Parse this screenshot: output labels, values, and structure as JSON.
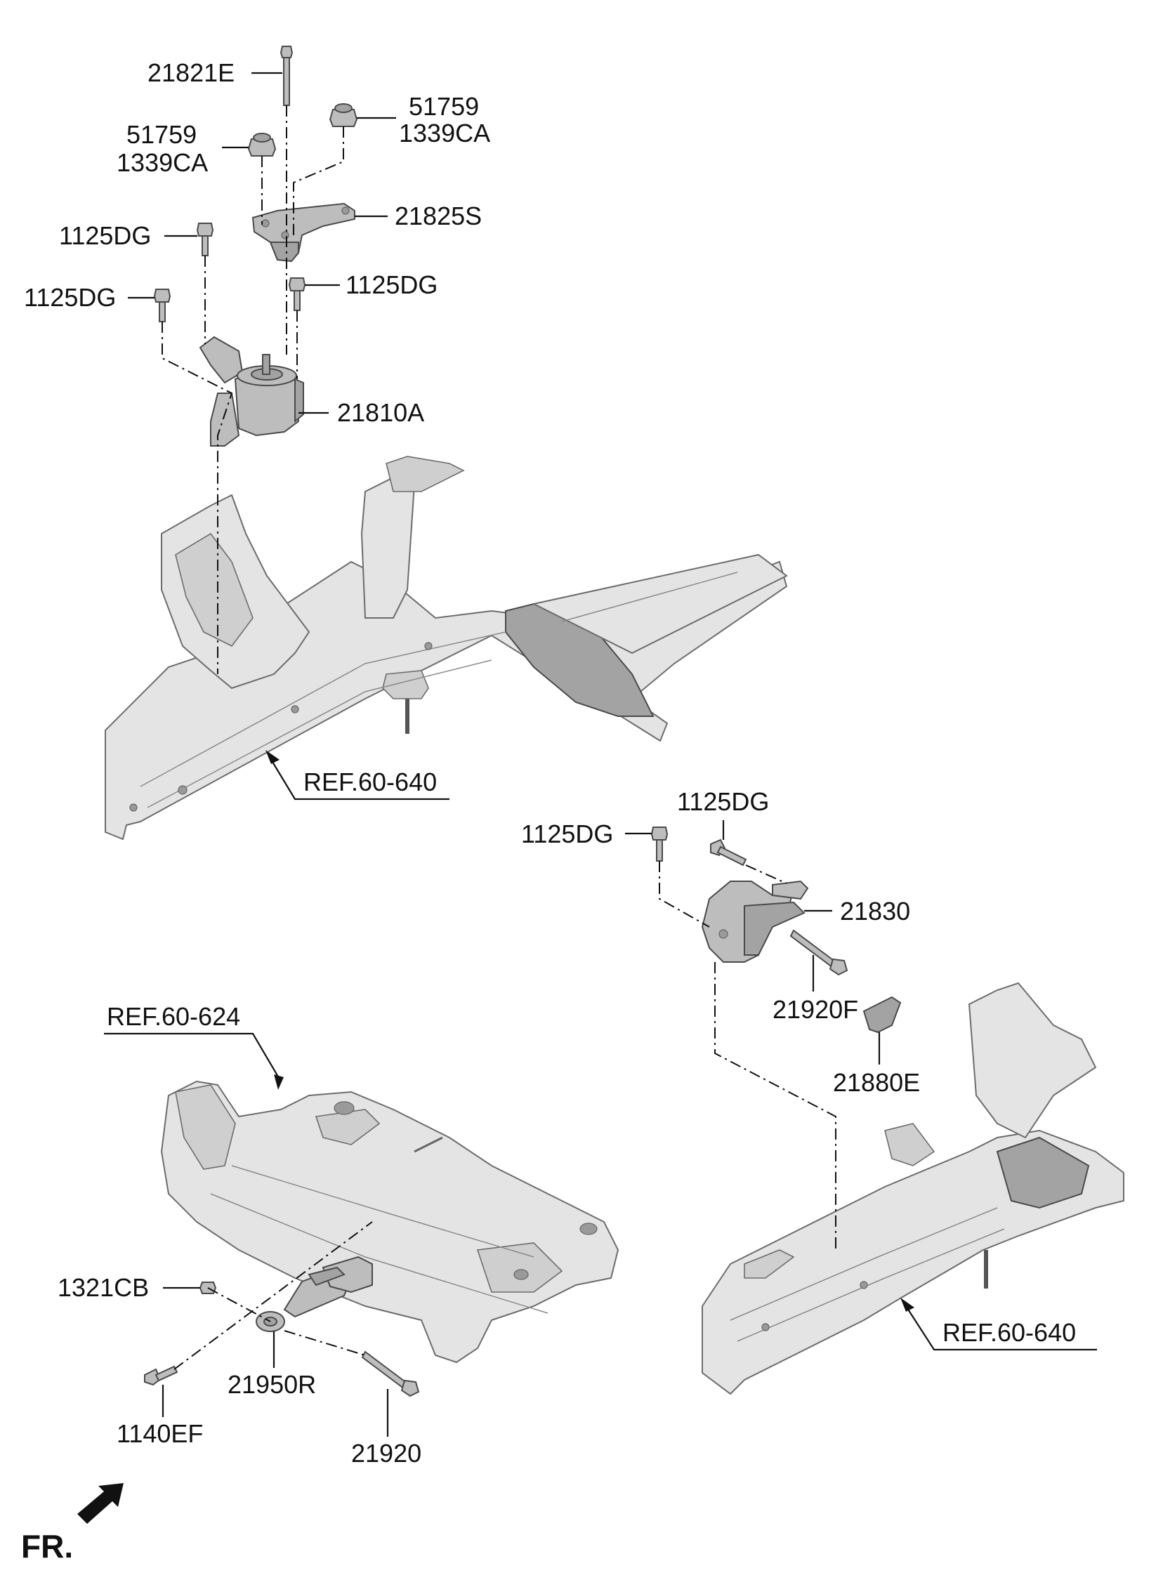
{
  "labels": {
    "p21821E": "21821E",
    "p51759_a": "51759",
    "p1339CA_a": "1339CA",
    "p51759_b": "51759",
    "p1339CA_b": "1339CA",
    "p21825S": "21825S",
    "p1125DG_a": "1125DG",
    "p1125DG_b": "1125DG",
    "p1125DG_c": "1125DG",
    "p21810A": "21810A",
    "ref_60_640_a": "REF.60-640",
    "p1125DG_d": "1125DG",
    "p1125DG_e": "1125DG",
    "p21830": "21830",
    "p21920F": "21920F",
    "p21880E": "21880E",
    "ref_60_624": "REF.60-624",
    "ref_60_640_b": "REF.60-640",
    "p1321CB": "1321CB",
    "p21950R": "21950R",
    "p1140EF": "1140EF",
    "p21920": "21920",
    "front_marker": "FR."
  }
}
